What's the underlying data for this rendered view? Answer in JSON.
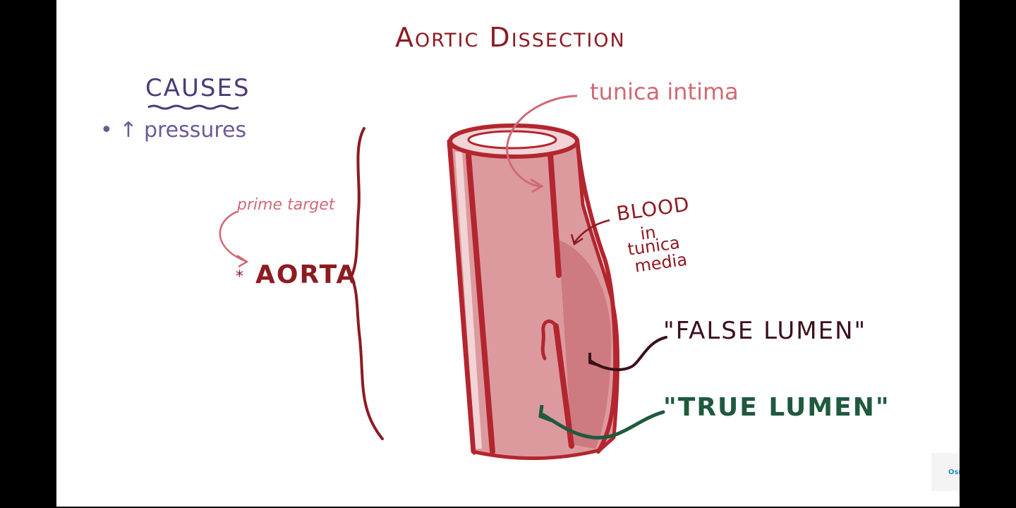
{
  "title": "Aortic Dissection",
  "causes": {
    "heading": "CAUSES",
    "bullet_symbol": "•",
    "arrow_symbol": "↑",
    "item": "pressures"
  },
  "aorta_note": {
    "annotation": "prime target",
    "star": "*",
    "label": "AORTA"
  },
  "vessel_labels": {
    "tunica_intima": "tunica intima",
    "blood_lines": [
      "BLOOD",
      "in",
      "tunica",
      "media"
    ],
    "false_lumen": "\"FALSE LUMEN\"",
    "true_lumen": "\"TRUE LUMEN\""
  },
  "watermark": "Osmosis",
  "colors": {
    "title": "#8d1b22",
    "causes": "#4d3a78",
    "vessel_wall": "#b3262f",
    "vessel_fill": "#dc9a9e",
    "false_lumen_fill": "#cd7a80",
    "intima_label": "#d06a75",
    "true_lumen_arrow": "#1f5a3e",
    "false_lumen_arrow": "#3d0f1c"
  }
}
